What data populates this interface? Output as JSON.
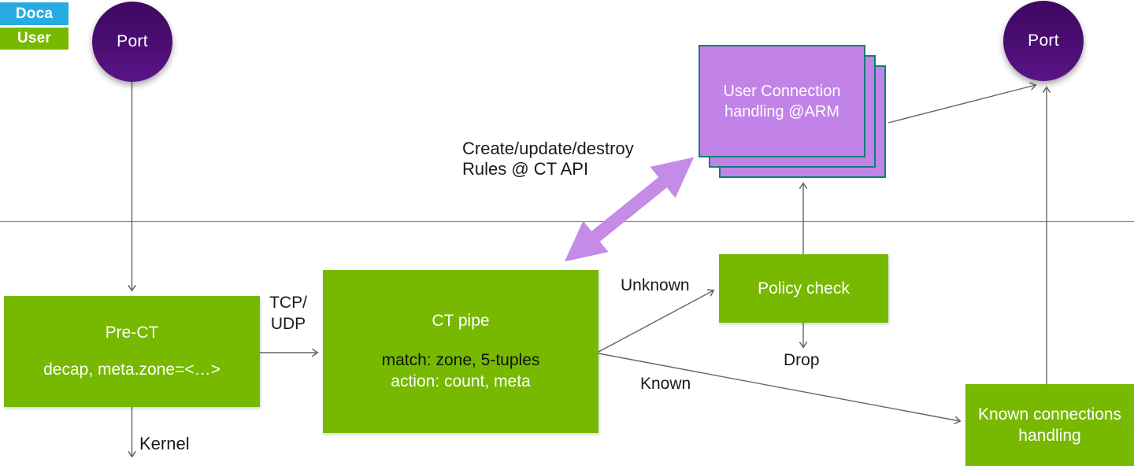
{
  "colors": {
    "nvidia_green": "#76b900",
    "doca_cyan": "#29abe1",
    "port_purple": "#4b0e73",
    "stack_fill": "#c183e8",
    "stack_border": "#0c8070",
    "big_arrow": "#c48ce6",
    "wire_gray": "#666666",
    "divider_gray": "#8a8a8a"
  },
  "legend": {
    "doca": "Doca",
    "user": "User"
  },
  "nodes": {
    "port_left": "Port",
    "port_right": "Port",
    "user_stack": "User Connection handling @ARM",
    "pre_ct_title": "Pre-CT",
    "pre_ct_action": "decap, meta.zone=<…>",
    "ct_pipe_title": "CT pipe",
    "ct_pipe_match": "match: zone, 5-tuples",
    "ct_pipe_action": "action: count, meta",
    "policy_check": "Policy check",
    "known_handling": "Known connections handling"
  },
  "labels": {
    "create_rules_line1": "Create/update/destroy",
    "create_rules_line2": "Rules @ CT API",
    "tcp_udp_line1": "TCP/",
    "tcp_udp_line2": "UDP",
    "unknown": "Unknown",
    "known": "Known",
    "drop": "Drop",
    "kernel": "Kernel"
  }
}
